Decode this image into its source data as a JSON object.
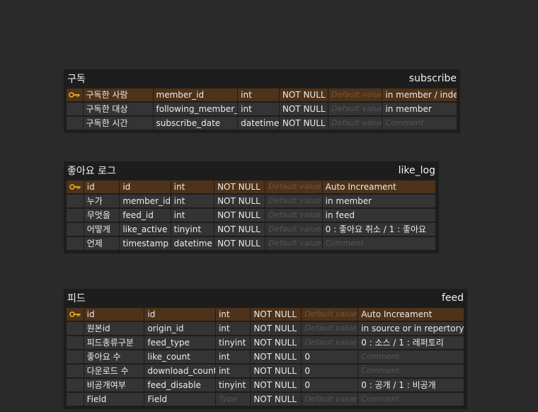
{
  "tables": [
    {
      "id": "subscribe",
      "title_ko": "구독",
      "title_en": "subscribe",
      "rows": [
        {
          "pk": true,
          "label": "구독한 사람",
          "name": "member_id",
          "type": "int",
          "nullable": "NOT NULL",
          "default": "Default value",
          "default_placeholder": true,
          "comment": "in member / index",
          "comment_placeholder": false
        },
        {
          "pk": false,
          "label": "구독한 대상",
          "name": "following_member_id",
          "type": "int",
          "nullable": "NOT NULL",
          "default": "Default value",
          "default_placeholder": true,
          "comment": "in member",
          "comment_placeholder": false
        },
        {
          "pk": false,
          "label": "구독한 시간",
          "name": "subscribe_date",
          "type": "datetime",
          "nullable": "NOT NULL",
          "default": "Default value",
          "default_placeholder": true,
          "comment": "Comment",
          "comment_placeholder": true
        }
      ]
    },
    {
      "id": "like_log",
      "title_ko": "좋아요 로그",
      "title_en": "like_log",
      "rows": [
        {
          "pk": true,
          "label": "id",
          "name": "id",
          "type": "int",
          "nullable": "NOT NULL",
          "default": "Default value",
          "default_placeholder": true,
          "comment": "Auto Increament",
          "comment_placeholder": false
        },
        {
          "pk": false,
          "label": "누가",
          "name": "member_id",
          "type": "int",
          "nullable": "NOT NULL",
          "default": "Default value",
          "default_placeholder": true,
          "comment": "in member",
          "comment_placeholder": false
        },
        {
          "pk": false,
          "label": "무엇을",
          "name": "feed_id",
          "type": "int",
          "nullable": "NOT NULL",
          "default": "Default value",
          "default_placeholder": true,
          "comment": "in feed",
          "comment_placeholder": false
        },
        {
          "pk": false,
          "label": "어떻게",
          "name": "like_active",
          "type": "tinyint",
          "nullable": "NOT NULL",
          "default": "Default value",
          "default_placeholder": true,
          "comment": "0 : 좋아요 취소 / 1 : 좋아요",
          "comment_placeholder": false
        },
        {
          "pk": false,
          "label": "언제",
          "name": "timestamp",
          "type": "datetime",
          "nullable": "NOT NULL",
          "default": "Default value",
          "default_placeholder": true,
          "comment": "Comment",
          "comment_placeholder": true
        }
      ]
    },
    {
      "id": "feed",
      "title_ko": "피드",
      "title_en": "feed",
      "rows": [
        {
          "pk": true,
          "label": "id",
          "name": "id",
          "type": "int",
          "nullable": "NOT NULL",
          "default": "Default value",
          "default_placeholder": true,
          "comment": "Auto Increament",
          "comment_placeholder": false
        },
        {
          "pk": false,
          "label": "원본id",
          "name": "origin_id",
          "type": "int",
          "nullable": "NOT NULL",
          "default": "Default value",
          "default_placeholder": true,
          "comment": "in source or in repertory",
          "comment_placeholder": false
        },
        {
          "pk": false,
          "label": "피드종류구분",
          "name": "feed_type",
          "type": "tinyint",
          "nullable": "NOT NULL",
          "default": "Default value",
          "default_placeholder": true,
          "comment": "0 : 소스 / 1 : 레퍼토리",
          "comment_placeholder": false
        },
        {
          "pk": false,
          "label": "좋아요 수",
          "name": "like_count",
          "type": "int",
          "nullable": "NOT NULL",
          "default": "0",
          "default_placeholder": false,
          "comment": "Comment",
          "comment_placeholder": true
        },
        {
          "pk": false,
          "label": "다운로드 수",
          "name": "download_count",
          "type": "int",
          "nullable": "NOT NULL",
          "default": "0",
          "default_placeholder": false,
          "comment": "Comment",
          "comment_placeholder": true
        },
        {
          "pk": false,
          "label": "비공개여부",
          "name": "feed_disable",
          "type": "tinyint",
          "nullable": "NOT NULL",
          "default": "0",
          "default_placeholder": false,
          "comment": "0 : 공개 / 1 : 비공개",
          "comment_placeholder": false
        },
        {
          "pk": false,
          "label": "Field",
          "name": "Field",
          "type": "Type",
          "type_placeholder": true,
          "nullable": "NOT NULL",
          "default": "Default value",
          "default_placeholder": true,
          "comment": "Comment",
          "comment_placeholder": true
        }
      ]
    }
  ],
  "icons": {
    "primary_key": "key-icon"
  },
  "colors": {
    "background": "#2a2a2a",
    "table_bg": "#1d1d1d",
    "cell_bg": "#343434",
    "pk_row_bg": "#4e3219",
    "key_gold": "#d9a520"
  }
}
